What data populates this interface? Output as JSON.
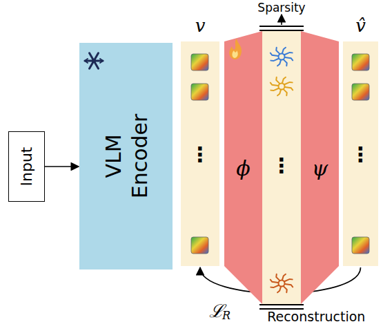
{
  "diagram": {
    "nodes": [
      {
        "text": [
          "Input"
        ]
      },
      {
        "text": [
          "VLM Encoder"
        ]
      },
      {
        "text": [
          "v",
          "⋮"
        ]
      },
      {
        "text": [
          "ϕ"
        ]
      },
      {
        "text": [
          "⋮"
        ]
      },
      {
        "text": [
          "ψ"
        ]
      },
      {
        "text": [
          "v̂",
          "⋮"
        ]
      }
    ],
    "edges": [
      {
        "from": 0,
        "to": 1,
        "arrow": "to"
      },
      {
        "from": 6,
        "to": 2,
        "label": "Reconstruction",
        "arrow": "to"
      }
    ],
    "labels": [
      "Sparsity",
      "ℒ",
      "R"
    ]
  }
}
